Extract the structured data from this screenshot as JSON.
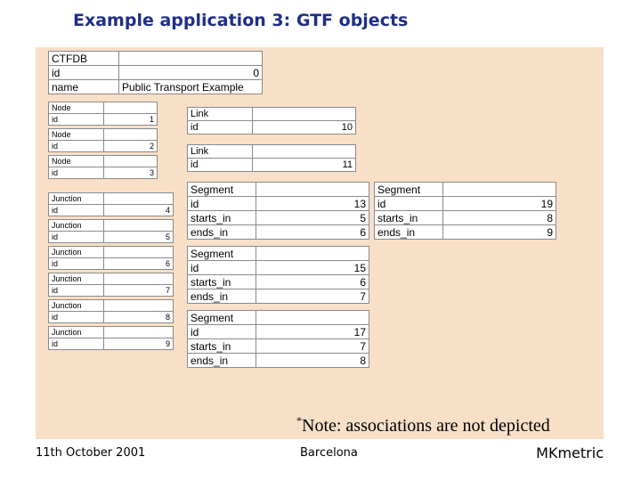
{
  "title": "Example application 3: GTF objects",
  "ctfdb": {
    "header": "CTFDB",
    "id_label": "id",
    "id_value": "0",
    "name_label": "name",
    "name_value": "Public Transport Example"
  },
  "nodes": [
    {
      "type": "Node",
      "id_label": "id",
      "id_value": "1"
    },
    {
      "type": "Node",
      "id_label": "id",
      "id_value": "2"
    },
    {
      "type": "Node",
      "id_label": "id",
      "id_value": "3"
    }
  ],
  "junctions": [
    {
      "type": "Junction",
      "id_label": "id",
      "id_value": "4"
    },
    {
      "type": "Junction",
      "id_label": "id",
      "id_value": "5"
    },
    {
      "type": "Junction",
      "id_label": "id",
      "id_value": "6"
    },
    {
      "type": "Junction",
      "id_label": "id",
      "id_value": "7"
    },
    {
      "type": "Junction",
      "id_label": "id",
      "id_value": "8"
    },
    {
      "type": "Junction",
      "id_label": "id",
      "id_value": "9"
    }
  ],
  "links": [
    {
      "type": "Link",
      "id_label": "id",
      "id_value": "10"
    },
    {
      "type": "Link",
      "id_label": "id",
      "id_value": "11"
    }
  ],
  "segments": [
    {
      "type": "Segment",
      "id_label": "id",
      "id_value": "13",
      "starts_label": "starts_in",
      "starts_value": "5",
      "ends_label": "ends_in",
      "ends_value": "6"
    },
    {
      "type": "Segment",
      "id_label": "id",
      "id_value": "15",
      "starts_label": "starts_in",
      "starts_value": "6",
      "ends_label": "ends_in",
      "ends_value": "7"
    },
    {
      "type": "Segment",
      "id_label": "id",
      "id_value": "17",
      "starts_label": "starts_in",
      "starts_value": "7",
      "ends_label": "ends_in",
      "ends_value": "8"
    },
    {
      "type": "Segment",
      "id_label": "id",
      "id_value": "19",
      "starts_label": "starts_in",
      "starts_value": "8",
      "ends_label": "ends_in",
      "ends_value": "9"
    }
  ],
  "note": {
    "mark": "*",
    "text": "Note: associations are not depicted"
  },
  "footer": {
    "date": "11th October 2001",
    "place": "Barcelona",
    "brand": "MKmetric"
  }
}
